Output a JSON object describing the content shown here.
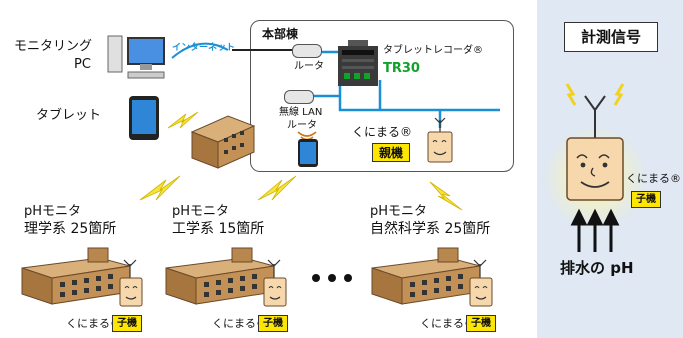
{
  "left": {
    "monitoring_pc": [
      "モニタリング",
      "PC"
    ],
    "internet_logo": "インターネット",
    "tablet": "タブレット"
  },
  "hq": {
    "title": "本部棟",
    "router": "ルータ",
    "wireless_router": [
      "無線 LAN",
      "ルータ"
    ],
    "recorder_label": "タブレットレコーダ®",
    "recorder_model": "TR30",
    "kunimaru": "くにまる®",
    "parent_badge": "親機"
  },
  "sites": [
    {
      "line1": "pHモニタ",
      "line2": "理学系 25箇所",
      "kunimaru": "くにまる®",
      "badge": "子機"
    },
    {
      "line1": "pHモニタ",
      "line2": "工学系 15箇所",
      "kunimaru": "くにまる®",
      "badge": "子機"
    },
    {
      "line1": "pHモニタ",
      "line2": "自然科学系 25箇所",
      "kunimaru": "くにまる®",
      "badge": "子機"
    }
  ],
  "right": {
    "title": "計測信号",
    "kunimaru": "くにまる®",
    "badge": "子機",
    "drain_ph": "排水の pH"
  },
  "colors": {
    "panel_bg": "#dfe8f3",
    "lan_line": "#1a8fd6",
    "badge": "#ffe600",
    "device_green": "#0fa32a",
    "lightning": "#f6e43a"
  }
}
